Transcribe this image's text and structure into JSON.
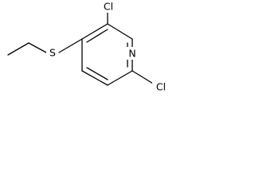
{
  "molecule": {
    "labels": {
      "s": "S",
      "n": "N",
      "cl_top": "Cl",
      "cl_bottom": "Cl"
    },
    "colors": {
      "bond": "#000000",
      "text": "#000000",
      "background": "#ffffff"
    }
  }
}
